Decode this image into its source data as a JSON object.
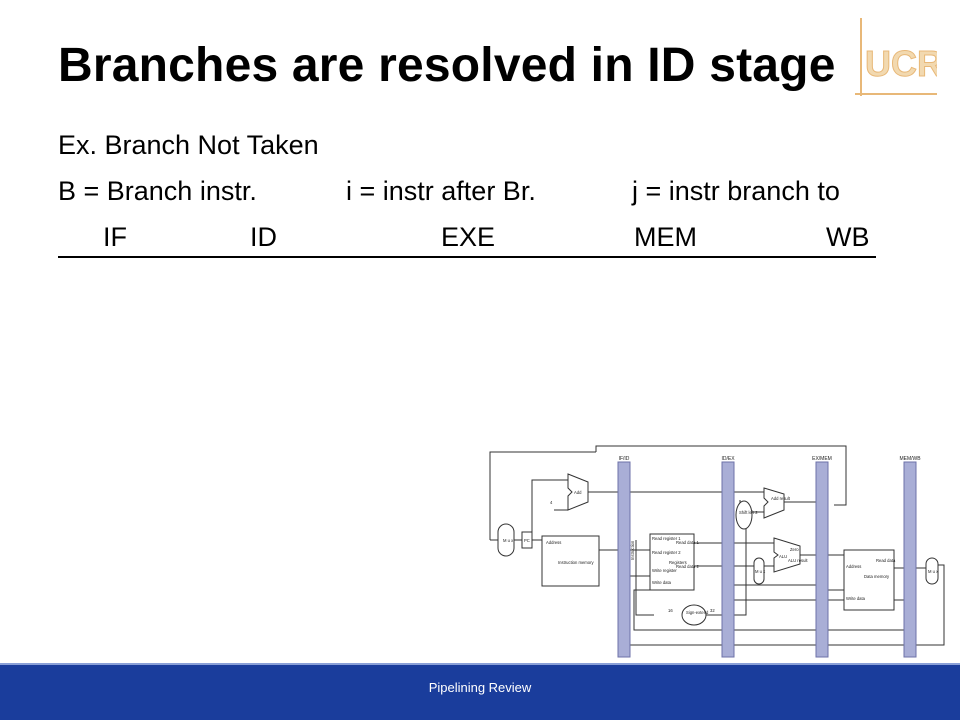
{
  "slide": {
    "title": "Branches are resolved in ID stage",
    "example": "Ex. Branch Not Taken",
    "legend": {
      "b": "B = Branch instr.",
      "i": "i = instr after Br.",
      "j": "j = instr branch to"
    },
    "stages": [
      "IF",
      "ID",
      "EXE",
      "MEM",
      "WB"
    ],
    "logo_text": "UCR"
  },
  "datapath": {
    "registers": [
      "IF/ID",
      "ID/EX",
      "EX/MEM",
      "MEM/WB"
    ],
    "labels": {
      "add": "Add",
      "add_result": "Add result",
      "shift": "Shift left 2",
      "pc": "PC",
      "address": "Address",
      "instruction_memory": "Instruction memory",
      "instruction": "Instruction",
      "read_reg1": "Read register 1",
      "read_reg2": "Read register 2",
      "write_reg": "Write register",
      "write_data": "Write data",
      "registers": "Registers",
      "read_data1": "Read data 1",
      "read_data2": "Read data 2",
      "alu": "ALU",
      "zero": "Zero",
      "alu_result": "ALU result",
      "data_address": "Address",
      "read_data": "Read data",
      "data_memory": "Data memory",
      "mem_write_data": "Write data",
      "sign_extend": "Sign-extend",
      "four": "4",
      "bits16": "16",
      "bits32": "32",
      "mux": "M u x"
    }
  },
  "footer": {
    "text": "Pipelining Review"
  },
  "colors": {
    "footer_bg": "#1a3d9c",
    "pipeline_register": "#a9aed6",
    "logo": "#e8b878"
  }
}
